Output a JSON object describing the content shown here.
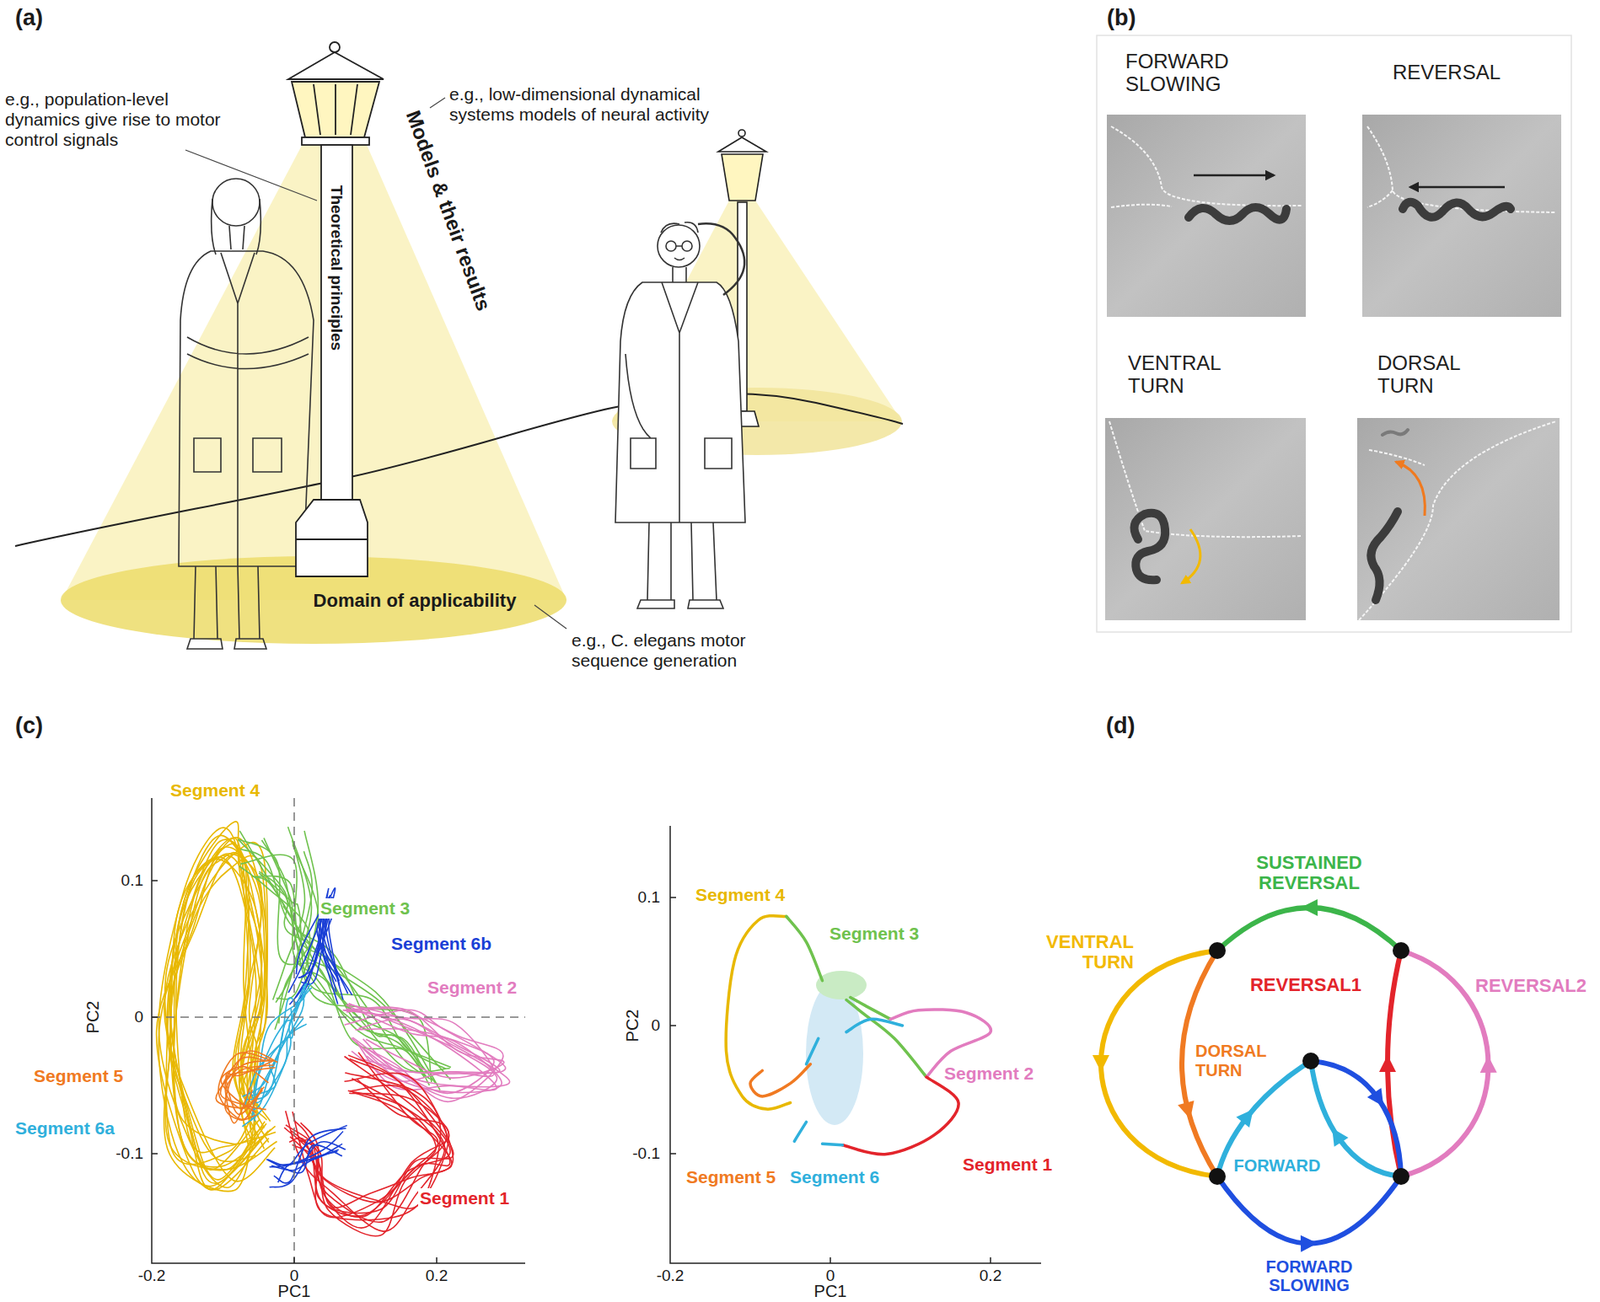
{
  "diagram": {
    "nodes": [
      {
        "text": [
          "FORWARD SLOWING"
        ]
      },
      {
        "text": [
          "REVERSAL"
        ]
      },
      {
        "text": [
          "VENTRAL TURN"
        ]
      },
      {
        "text": [
          "DORSAL TURN"
        ]
      }
    ],
    "labels": [
      "(a)",
      "e.g., population-level dynamics give rise to motor control signals",
      "e.g., low-dimensional dynamical systems models of neural activity",
      "Models & their results",
      "Theoretical principles",
      "Domain of applicability",
      "e.g., C. elegans motor sequence generation",
      "(b)",
      "(c)",
      "Segment 4",
      "Segment 3",
      "Segment 6b",
      "Segment 2",
      "Segment 5",
      "Segment 6a",
      "Segment 1",
      "0.1",
      "0",
      "-0.1",
      "-0.2",
      "0",
      "0.2",
      "PC2",
      "PC1",
      "Segment 4",
      "Segment 3",
      "Segment 2",
      "Segment 5",
      "Segment 6",
      "Segment 1",
      "0.1",
      "0",
      "-0.1",
      "-0.2",
      "0",
      "0.2",
      "PC2",
      "PC1",
      "(d)",
      "SUSTAINED REVERSAL",
      "VENTRAL TURN",
      "REVERSAL1",
      "DORSAL TURN",
      "REVERSAL2",
      "FORWARD",
      "FORWARD SLOWING"
    ]
  }
}
